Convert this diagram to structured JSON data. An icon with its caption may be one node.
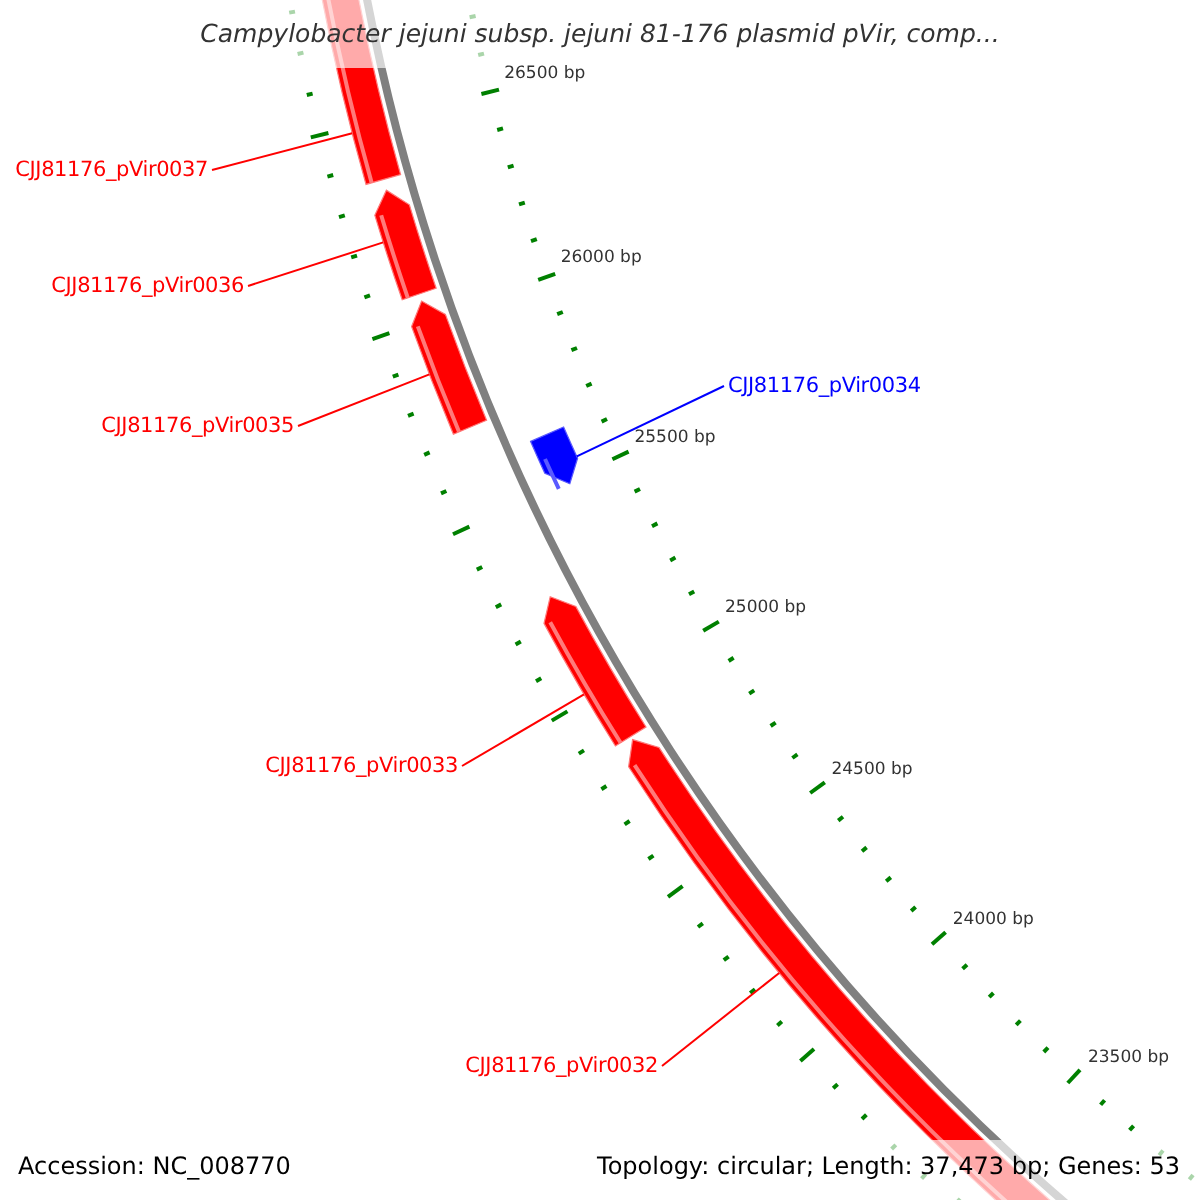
{
  "diagram": {
    "title": "Campylobacter jejuni subsp. jejuni 81-176 plasmid pVir, comp...",
    "nodes": [
      {
        "text": [
          "CJJ81176_pVir0037"
        ]
      },
      {
        "text": [
          "CJJ81176_pVir0036"
        ]
      },
      {
        "text": [
          "CJJ81176_pVir0035"
        ]
      },
      {
        "text": [
          "CJJ81176_pVir0034"
        ]
      },
      {
        "text": [
          "CJJ81176_pVir0033"
        ]
      },
      {
        "text": [
          "CJJ81176_pVir0032"
        ]
      },
      {
        "text": [],
        "shape": "arrow"
      },
      {
        "text": [],
        "shape": "arrow"
      },
      {
        "text": [],
        "shape": "arrow"
      },
      {
        "text": [],
        "shape": "arrow"
      },
      {
        "text": [],
        "shape": "arrow"
      },
      {
        "text": [],
        "shape": "arrow"
      }
    ],
    "edges": [
      {
        "from": 0,
        "to": 6,
        "arrow": "none"
      },
      {
        "from": 1,
        "to": 7,
        "arrow": "none"
      },
      {
        "from": 2,
        "to": 8,
        "arrow": "none"
      },
      {
        "from": 3,
        "to": 9,
        "arrow": "none",
        "color": "#0000ff"
      },
      {
        "from": 4,
        "to": 10,
        "arrow": "none"
      },
      {
        "from": 5,
        "to": 11,
        "arrow": "none"
      }
    ],
    "labels": [
      "26500 bp",
      "26000 bp",
      "25500 bp",
      "25000 bp",
      "24500 bp",
      "24000 bp",
      "23500 bp",
      "Accession: NC_008770",
      "Topology: circular; Length: 37,473 bp; Genes: 53"
    ]
  }
}
